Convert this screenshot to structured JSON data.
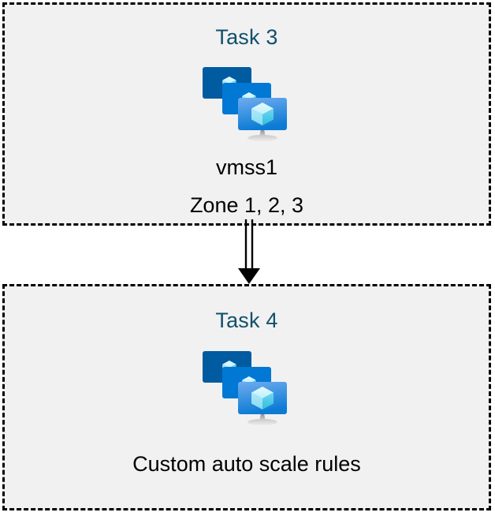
{
  "diagram": {
    "type": "flow",
    "background_color": "#ffffff",
    "box_fill_color": "#f1f1f1",
    "box_border_color": "#000000",
    "box_border_style": "dashed",
    "title_color": "#11506b",
    "caption_color": "#000000",
    "connector": {
      "name": "task3-to-task4-arrow",
      "style": "double-line-open-arrow",
      "color": "#000000",
      "direction": "down",
      "from": "Task 3",
      "to": "Task 4"
    },
    "nodes": [
      {
        "id": "task-3",
        "title": "Task 3",
        "icon": "azure-vm-scale-set-icon",
        "caption_lines": [
          "vmss1",
          "Zone 1, 2, 3"
        ]
      },
      {
        "id": "task-4",
        "title": "Task 4",
        "icon": "azure-vm-scale-set-icon",
        "caption_lines": [
          "Custom auto scale rules"
        ]
      }
    ]
  },
  "icon_colors": {
    "monitor_back": "#005BA1",
    "monitor_middle": "#0078D4",
    "monitor_front_top": "#5EA0EF",
    "monitor_front_bottom": "#0B7BD4",
    "cube_light": "#C3F1FF",
    "cube_mid": "#9CEBFF",
    "cube_dark": "#32BEDD",
    "stand": "#B3B3B3"
  }
}
